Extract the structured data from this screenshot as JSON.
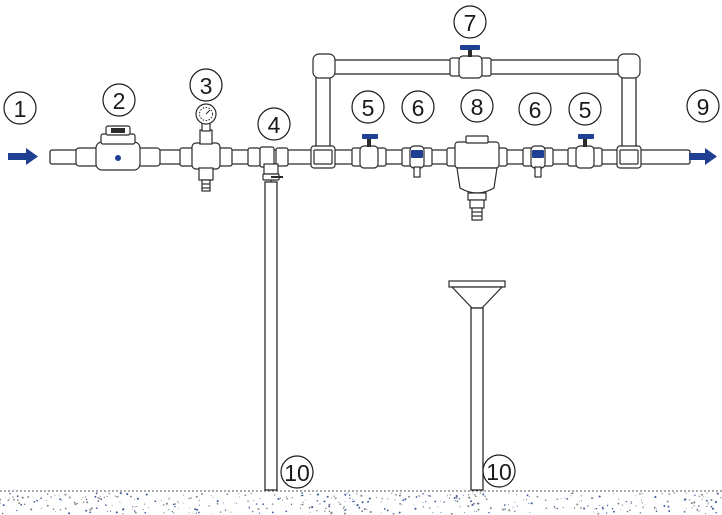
{
  "callouts": {
    "c1": "1",
    "c2": "2",
    "c3": "3",
    "c4": "4",
    "c5a": "5",
    "c6a": "6",
    "c7": "7",
    "c8": "8",
    "c6b": "6",
    "c5b": "5",
    "c9": "9",
    "c10a": "10",
    "c10b": "10"
  },
  "colors": {
    "flow_arrow": "#1f3f93",
    "handle": "#1f3f93",
    "ground_speckle": "#3d5a99",
    "outline": "#2b2b2b"
  }
}
